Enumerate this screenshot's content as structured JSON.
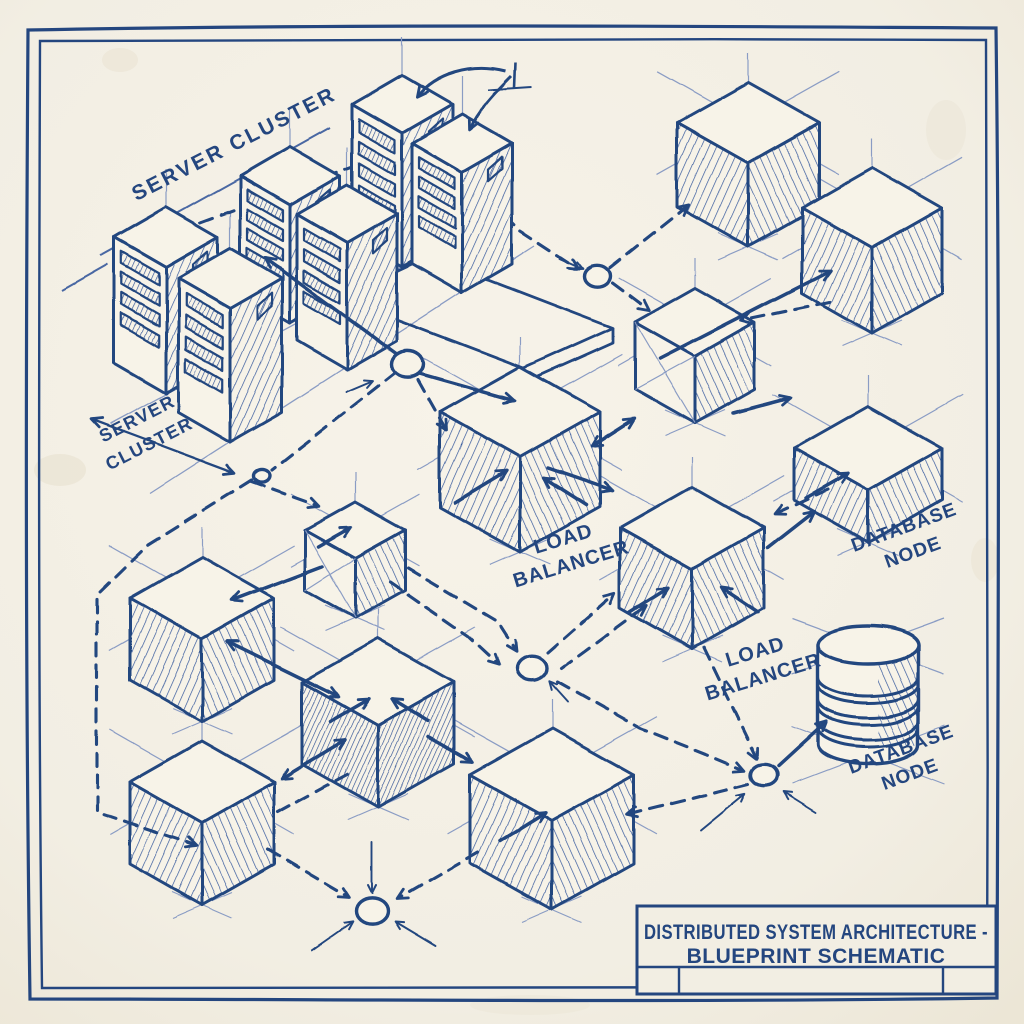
{
  "diagram": {
    "labels": {
      "server_cluster_top": "SERVER CLUSTER",
      "server_cluster_side": {
        "line1": "SERVER",
        "line2": "CLUSTER"
      },
      "load_balancer_1": {
        "line1": "LOAD",
        "line2": "BALANCER"
      },
      "load_balancer_2": {
        "line1": "LOAD",
        "line2": "BALANCER"
      },
      "database_node_1": {
        "line1": "DATABASE",
        "line2": "NODE"
      },
      "database_node_2": {
        "line1": "DATABASE",
        "line2": "NODE"
      }
    },
    "title_block": {
      "line1": "DISTRIBUTED SYSTEM ARCHITECTURE -",
      "line2": "BLUEPRINT SCHEMATIC"
    },
    "colors": {
      "ink": "#24467f",
      "hatch": "#35589c",
      "construction": "#8a9cc4",
      "paper": "#f2eee3"
    }
  }
}
